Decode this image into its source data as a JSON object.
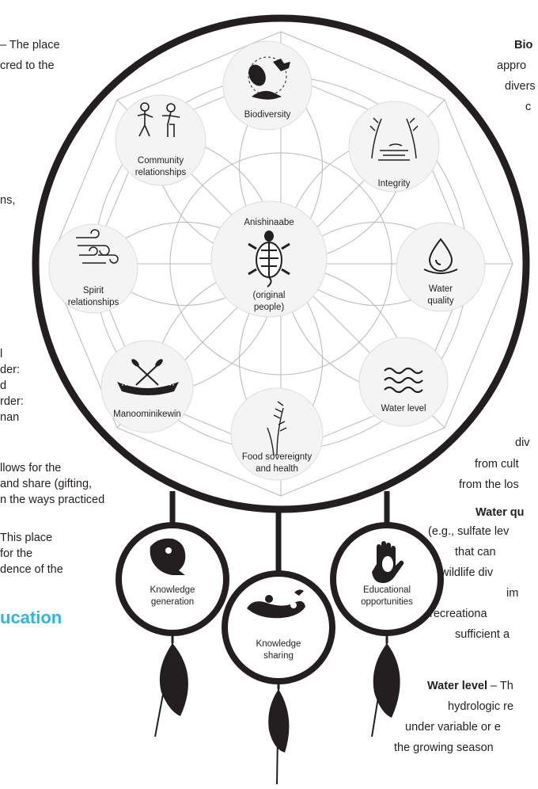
{
  "left_fragments": {
    "l1": "– The place",
    "l2": "cred to the",
    "l3": "ns,",
    "l4": "l",
    "l5": "der:",
    "l6": "d",
    "l7": "rder:",
    "l8": "nan",
    "l9": "llows for the",
    "l10": "and share (gifting,",
    "l11": "n the ways practiced",
    "l12": "This place",
    "l13": "for the",
    "l14": "dence of the",
    "heading": "ucation"
  },
  "right_fragments": {
    "biodiversity_title": "Bio",
    "r1": "appro",
    "r2": "divers",
    "r3": "c",
    "r4": "div",
    "r5": "from cult",
    "r6": "from the los",
    "water_quality_title": "Water qu",
    "r7": "(e.g., sulfate lev",
    "r8": "that can",
    "r9": "wildlife div",
    "r10": "im",
    "r11": "recreationa",
    "r12": "sufficient a",
    "water_level_title": "Water level",
    "r13": " – Th",
    "r14": "hydrologic re",
    "r15": "under variable or e",
    "r16": "the growing season"
  },
  "center": {
    "title": "Anishinaabe",
    "subtitle_line1": "(original",
    "subtitle_line2": "people)",
    "icon": "turtle-icon"
  },
  "nodes": [
    {
      "id": "biodiversity",
      "line1": "Biodiversity",
      "line2": "",
      "icon": "animals-icon"
    },
    {
      "id": "integrity",
      "line1": "Integrity",
      "line2": "",
      "icon": "wild-rice-water-icon"
    },
    {
      "id": "water-quality",
      "line1": "Water",
      "line2": "quality",
      "icon": "water-drop-icon"
    },
    {
      "id": "water-level",
      "line1": "Water level",
      "line2": "",
      "icon": "waves-icon"
    },
    {
      "id": "food-sovereignty",
      "line1": "Food sovereignty",
      "line2": "and health",
      "icon": "rice-stalk-icon"
    },
    {
      "id": "manoominikewin",
      "line1": "Manoominikewin",
      "line2": "",
      "icon": "canoe-icon"
    },
    {
      "id": "spirit-relationships",
      "line1": "Spirit",
      "line2": "relationships",
      "icon": "wind-icon"
    },
    {
      "id": "community-relationships",
      "line1": "Community",
      "line2": "relationships",
      "icon": "people-icon"
    }
  ],
  "pendants": [
    {
      "id": "knowledge-generation",
      "line1": "Knowledge",
      "line2": "generation",
      "icon": "beaver-icon"
    },
    {
      "id": "knowledge-sharing",
      "line1": "Knowledge",
      "line2": "sharing",
      "icon": "loon-icon"
    },
    {
      "id": "educational-opportunities",
      "line1": "Educational",
      "line2": "opportunities",
      "icon": "hand-icon"
    }
  ],
  "colors": {
    "ink": "#231f20",
    "accent": "#29b6e8",
    "node_fill": "#f4f4f4",
    "thin_lines": "#b8b8b8"
  }
}
